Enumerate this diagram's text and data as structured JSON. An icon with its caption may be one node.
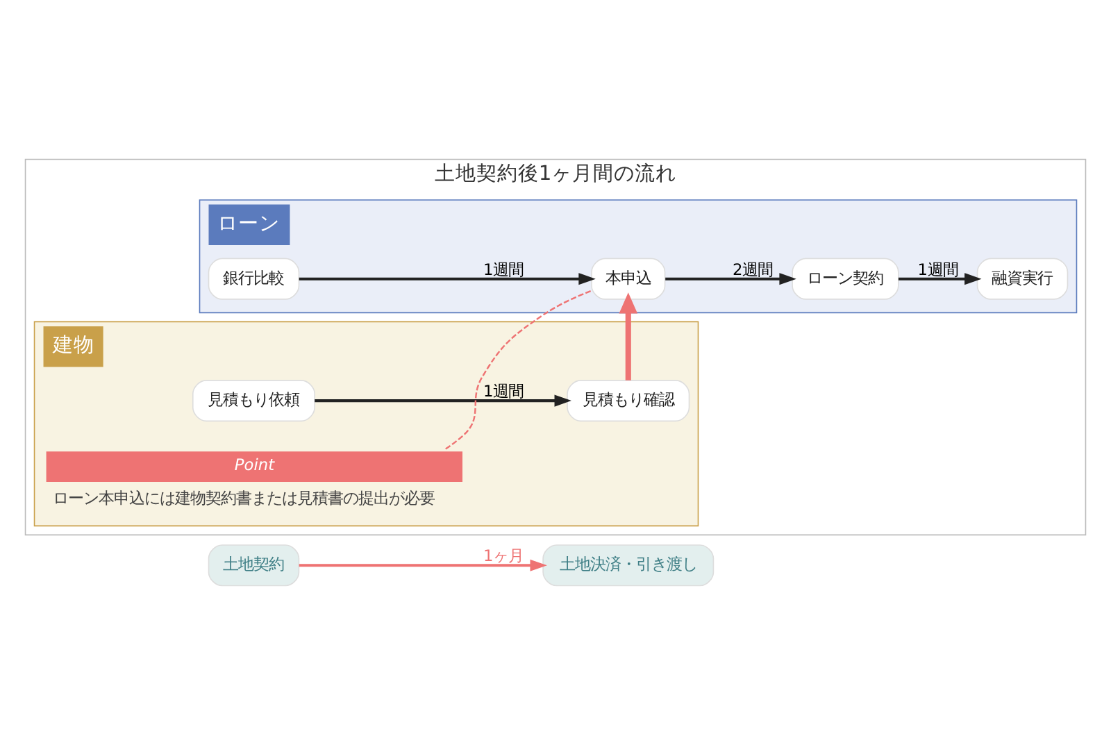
{
  "diagram": {
    "nodes": [
      {
        "text": [
          "土地契約"
        ]
      },
      {
        "text": [
          "土地決済・引き渡し"
        ]
      },
      {
        "text": [
          "土地契約後1ヶ月間の流れ"
        ]
      },
      {
        "text": [
          "ローン"
        ],
        "in": 2
      },
      {
        "text": [
          "銀行比較"
        ],
        "in": 3
      },
      {
        "text": [
          "本申込"
        ],
        "in": 3
      },
      {
        "text": [
          "ローン契約"
        ],
        "in": 3
      },
      {
        "text": [
          "融資実行"
        ],
        "in": 3
      },
      {
        "text": [
          "建物"
        ],
        "in": 2
      },
      {
        "text": [
          "見積もり依頼"
        ],
        "in": 8
      },
      {
        "text": [
          "見積もり確認"
        ],
        "in": 8
      },
      {
        "text": [
          "Point",
          "ローン本申込には建物契約書または見積書の提出が必要"
        ],
        "in": 8
      }
    ],
    "edges": [
      {
        "from": 0,
        "to": 1,
        "arrow": "to",
        "label": "1ヶ月",
        "color": "#ee7373"
      },
      {
        "from": 4,
        "to": 5,
        "arrow": "to",
        "label": "1週間"
      },
      {
        "from": 5,
        "to": 6,
        "arrow": "to",
        "label": "2週間"
      },
      {
        "from": 6,
        "to": 7,
        "arrow": "to",
        "label": "1週間"
      },
      {
        "from": 9,
        "to": 10,
        "arrow": "to",
        "label": "1週間"
      },
      {
        "from": 10,
        "to": 5,
        "arrow": "to",
        "style": "thick",
        "color": "#ee7373"
      },
      {
        "from": 11,
        "to": 5,
        "arrow": "none",
        "style": "dashed",
        "color": "#ee7373"
      }
    ]
  }
}
